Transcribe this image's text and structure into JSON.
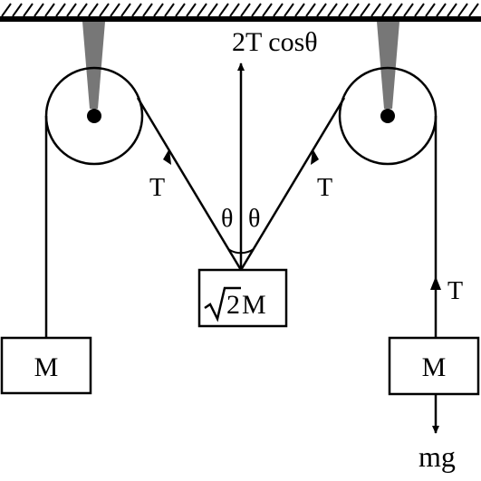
{
  "labels": {
    "resultant_force": "2T cosθ",
    "tension_left": "T",
    "tension_right": "T",
    "tension_vertical": "T",
    "theta_left": "θ",
    "theta_right": "θ",
    "center_mass_coef": "2",
    "center_mass_unit": "M",
    "left_mass": "M",
    "right_mass": "M",
    "weight": "mg"
  },
  "colors": {
    "ink": "#000000",
    "support": "#777777",
    "background": "#ffffff"
  }
}
